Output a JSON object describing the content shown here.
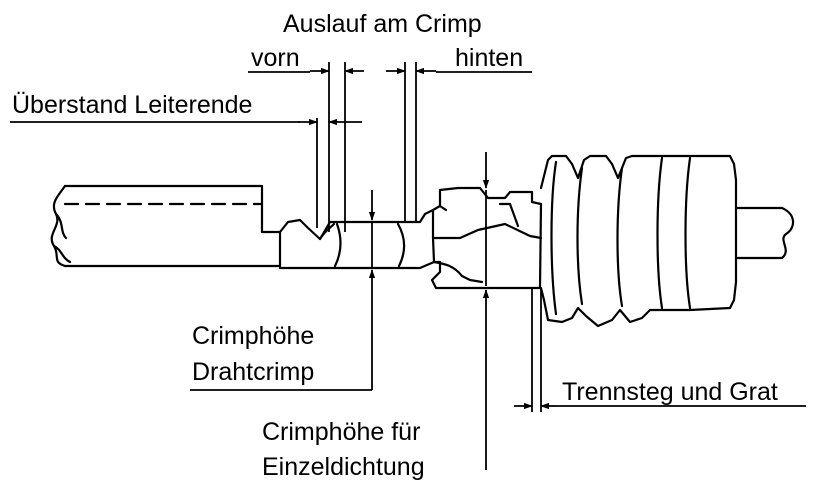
{
  "colors": {
    "ink": "#000000",
    "paper": "#ffffff"
  },
  "labels": {
    "auslauf_am_crimp": "Auslauf am Crimp",
    "vorn": "vorn",
    "hinten": "hinten",
    "ueberstand_leiterende": "Überstand Leiterende",
    "crimphoehe_drahtcrimp_line1": "Crimphöhe",
    "crimphoehe_drahtcrimp_line2": "Drahtcrimp",
    "trennsteg_und_grat": "Trennsteg und Grat",
    "crimphoehe_einzeldichtung_line1": "Crimphöhe für",
    "crimphoehe_einzeldichtung_line2": "Einzeldichtung"
  }
}
